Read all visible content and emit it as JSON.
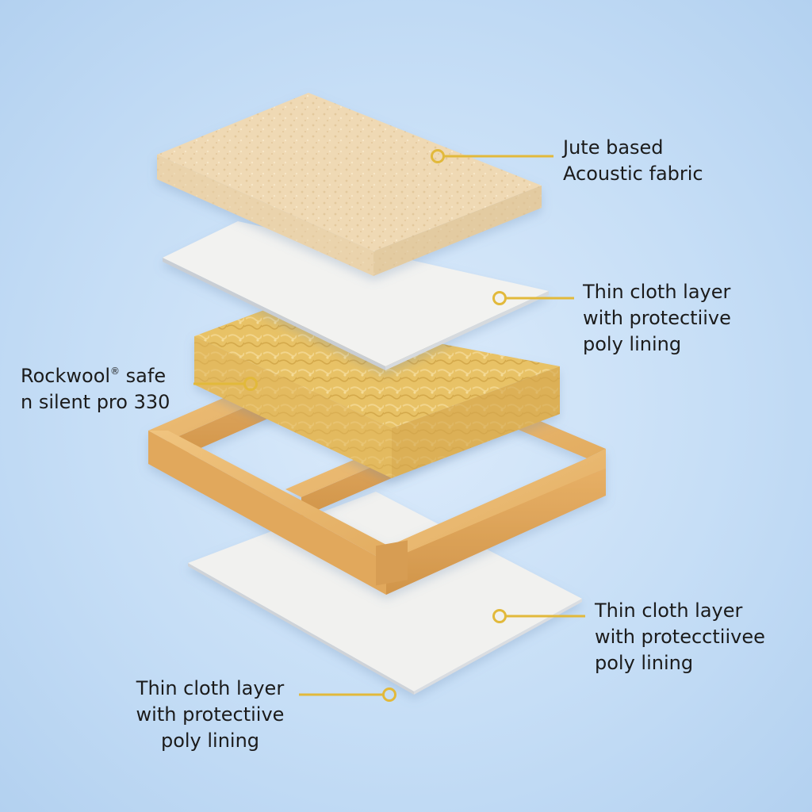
{
  "labels": {
    "jute": {
      "line1": "Jute based",
      "line2": "Acoustic fabric"
    },
    "cloth_top": {
      "line1": "Thin cloth layer",
      "line2": "with protectiive",
      "line3": "poly lining"
    },
    "rockwool": {
      "line1": "Rockwool",
      "registered": "®",
      "line1_suffix": " safe",
      "line2": "n silent pro 330"
    },
    "cloth_right": {
      "line1": "Thin cloth layer",
      "line2": "with protecctiivee",
      "line3": "poly lining"
    },
    "cloth_bottom": {
      "line1": "Thin cloth layer",
      "line2": "with protectiive",
      "line3": "poly lining"
    }
  },
  "colors": {
    "callout": "#e2b93b",
    "jute_fabric": "#efd9b4",
    "cloth": "#f2f2f0",
    "rockwool": "#e8c266",
    "wood": "#e6b56e"
  }
}
